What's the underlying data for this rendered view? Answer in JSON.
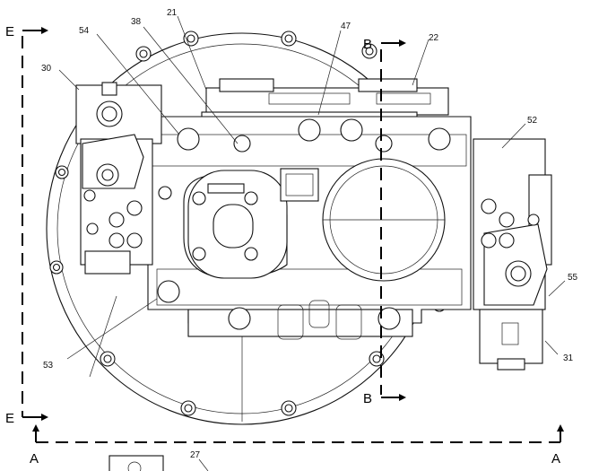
{
  "callouts": {
    "c21": "21",
    "c22": "22",
    "c27": "27",
    "c30": "30",
    "c31": "31",
    "c38": "38",
    "c47": "47",
    "c52": "52",
    "c53": "53",
    "c54": "54",
    "c55": "55"
  },
  "sections": {
    "e_top": "E",
    "e_bottom": "E",
    "b_top": "B",
    "b_bottom": "B",
    "a_left": "A",
    "a_right": "A"
  }
}
